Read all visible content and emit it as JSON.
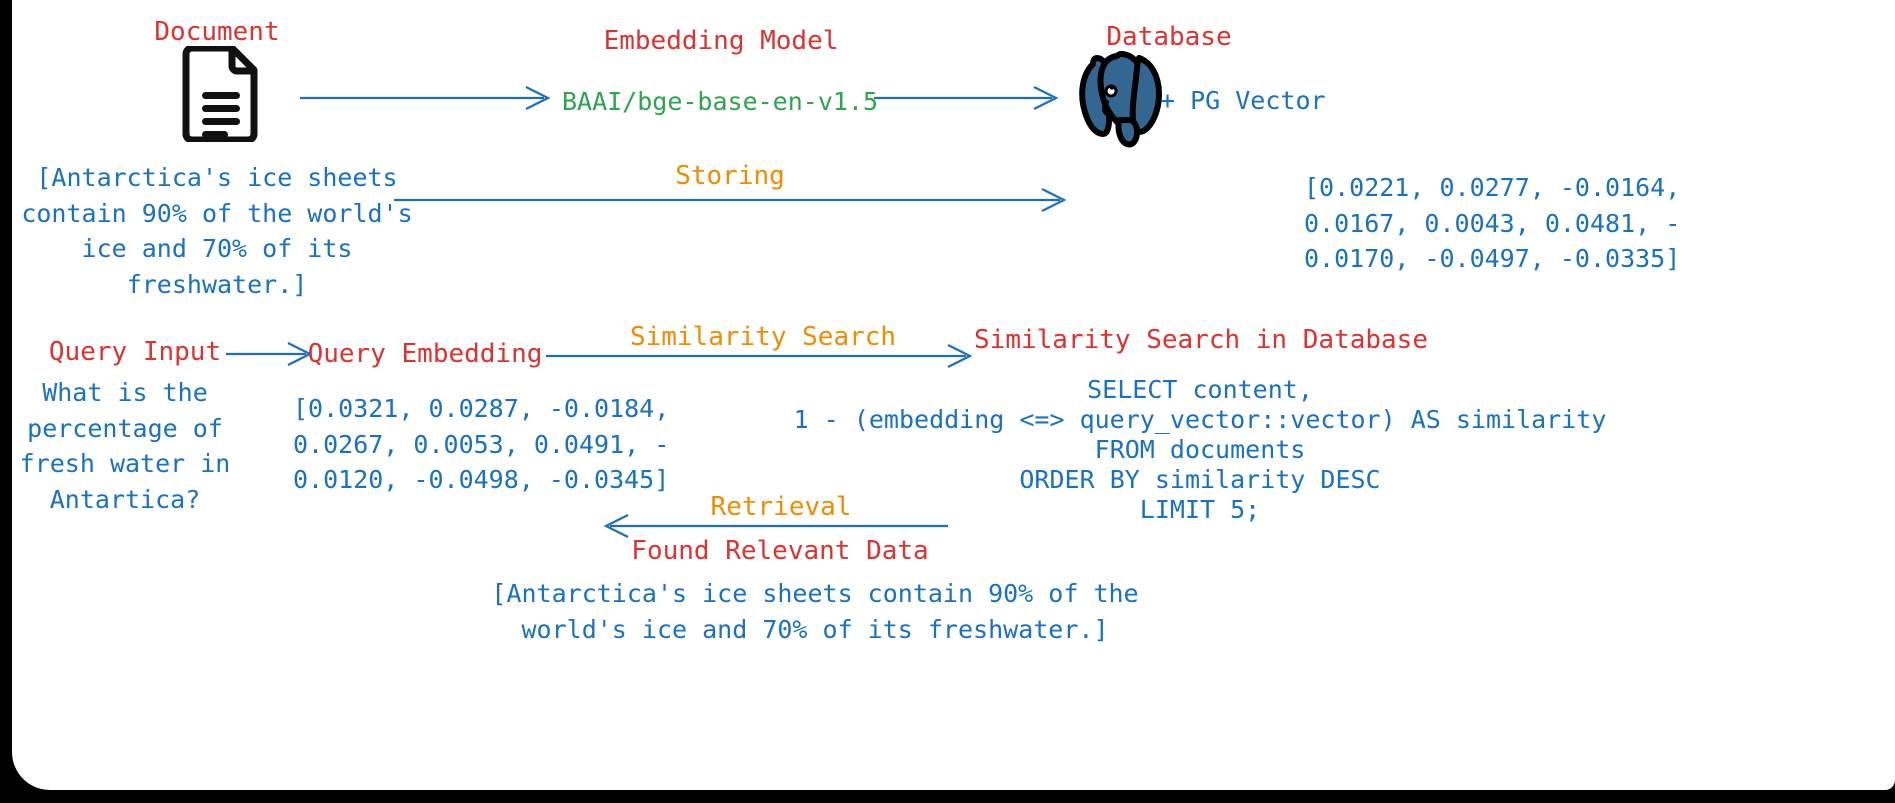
{
  "diagram": {
    "title": "RAG pipeline with PostgreSQL PG Vector",
    "colors": {
      "heading_red": "#e03131",
      "model_green": "#2da44e",
      "data_blue": "#1971c2",
      "action_orange": "#f08c00",
      "arrow_blue": "#1c6fb8",
      "canvas": "#ffffff",
      "backdrop": "#000000"
    },
    "row_ingest": {
      "document_heading": "Document",
      "document_icon": "document-file-icon",
      "embedding_model_heading": "Embedding Model",
      "embedding_model_name": "BAAI/bge-base-en-v1.5",
      "database_heading": "Database",
      "database_icon": "postgresql-elephant-icon",
      "database_extension": "+ PG Vector",
      "arrow_doc_to_model": "arrow-right",
      "arrow_model_to_db": "arrow-right"
    },
    "row_store": {
      "document_text": "[Antarctica's ice sheets\ncontain 90% of the world's\nice and 70% of its\nfreshwater.]",
      "storing_label": "Storing",
      "arrow_store": "arrow-right",
      "stored_vector": "[0.0221, 0.0277, -0.0164,\n0.0167, 0.0043, 0.0481, -\n0.0170, -0.0497, -0.0335]"
    },
    "row_query": {
      "query_input_heading": "Query Input",
      "arrow_query_to_embedding": "arrow-right",
      "query_embedding_heading": "Query Embedding",
      "similarity_search_label": "Similarity Search",
      "arrow_similarity": "arrow-right",
      "similarity_search_db_heading": "Similarity Search in Database",
      "query_text": "What is the\npercentage of\nfresh water in\nAntartica?",
      "query_vector": "[0.0321, 0.0287, -0.0184,\n0.0267, 0.0053, 0.0491, -\n0.0120, -0.0498, -0.0345]",
      "sql_lines": [
        "SELECT content,",
        "1 - (embedding <=> query_vector::vector) AS similarity",
        "FROM documents",
        "ORDER BY similarity DESC",
        "LIMIT 5;"
      ]
    },
    "row_retrieval": {
      "retrieval_label": "Retrieval",
      "arrow_retrieval": "arrow-left",
      "found_relevant_data_label": "Found Relevant Data",
      "retrieved_text": "[Antarctica's ice sheets contain 90% of the\nworld's ice and 70% of its freshwater.]"
    }
  }
}
